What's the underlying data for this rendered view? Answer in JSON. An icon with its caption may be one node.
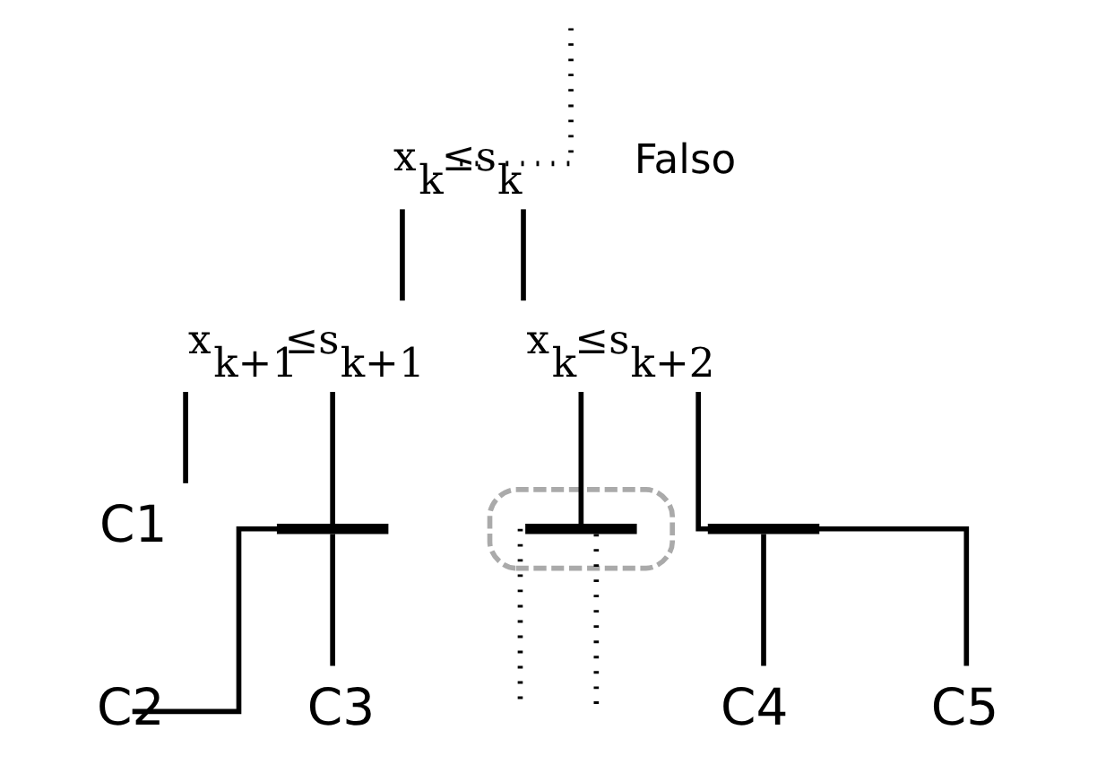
{
  "diagram": {
    "nodes": [
      {
        "text": [
          "x$_{k}$≤s$_{k}$"
        ]
      },
      {
        "text": [
          "x$_{k+1}$≤s$_{k+1}$"
        ]
      },
      {
        "text": [
          "x$_{k}$≤s$_{k+2}$"
        ]
      },
      {
        "text": [
          "C1"
        ]
      },
      {
        "text": [],
        "shape": "bar"
      },
      {
        "text": [
          "C2"
        ]
      },
      {
        "text": [
          "C3"
        ]
      },
      {
        "text": [],
        "shape": "ellipse"
      },
      {
        "text": [],
        "shape": "bar",
        "in": 7
      },
      {
        "text": [],
        "shape": "bar"
      },
      {
        "text": [
          "C4"
        ]
      },
      {
        "text": [
          "C5"
        ]
      }
    ],
    "edges": [
      {
        "from": null,
        "to": 0,
        "arrow": "none",
        "style": "dashed"
      },
      {
        "from": 0,
        "to": 1,
        "arrow": "none"
      },
      {
        "from": 0,
        "to": 2,
        "arrow": "none"
      },
      {
        "from": 1,
        "to": 3,
        "arrow": "none"
      },
      {
        "from": 1,
        "to": 4,
        "arrow": "none"
      },
      {
        "from": 4,
        "to": 5,
        "arrow": "none"
      },
      {
        "from": 4,
        "to": 6,
        "arrow": "none"
      },
      {
        "from": 2,
        "to": 8,
        "arrow": "none"
      },
      {
        "from": 8,
        "to": null,
        "arrow": "none",
        "style": "dashed"
      },
      {
        "from": 8,
        "to": null,
        "arrow": "none",
        "style": "dashed"
      },
      {
        "from": 2,
        "to": 9,
        "arrow": "none"
      },
      {
        "from": 9,
        "to": 10,
        "arrow": "none"
      },
      {
        "from": 9,
        "to": 11,
        "arrow": "none"
      }
    ],
    "labels": [
      "Falso"
    ]
  }
}
